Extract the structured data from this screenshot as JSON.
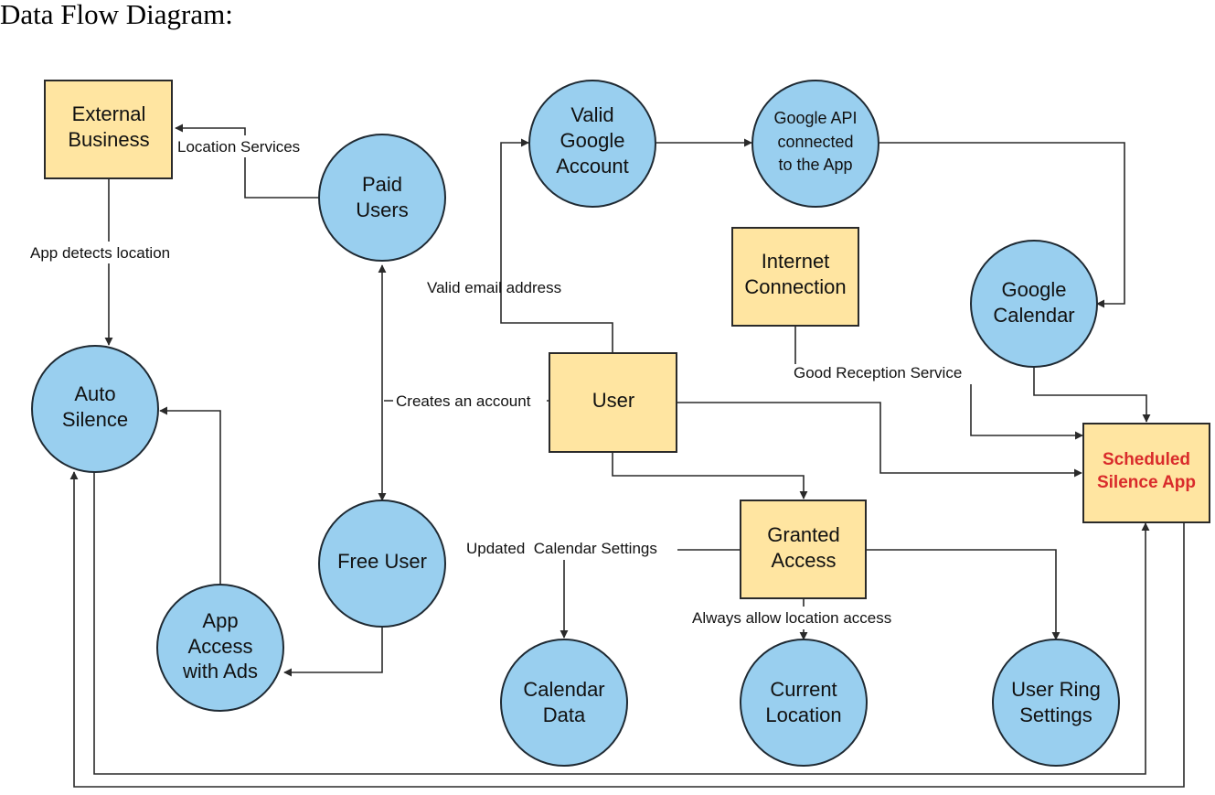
{
  "title": "Data Flow Diagram:",
  "colors": {
    "process": "#99cfef",
    "entity": "#ffe5a1",
    "accent": "#d92b2b"
  },
  "nodes": {
    "external_business": [
      "External",
      "Business"
    ],
    "paid_users": [
      "Paid",
      "Users"
    ],
    "auto_silence": [
      "Auto",
      "Silence"
    ],
    "valid_google_account": [
      "Valid",
      "Google",
      "Account"
    ],
    "google_api": [
      "Google API",
      "connected",
      "to the App"
    ],
    "internet_connection": [
      "Internet",
      "Connection"
    ],
    "google_calendar": [
      "Google",
      "Calendar"
    ],
    "user": [
      "User"
    ],
    "scheduled_silence_app": [
      "Scheduled",
      "Silence App"
    ],
    "free_user": [
      "Free User"
    ],
    "granted_access": [
      "Granted",
      "Access"
    ],
    "app_access_with_ads": [
      "App",
      "Access",
      "with Ads"
    ],
    "calendar_data": [
      "Calendar",
      "Data"
    ],
    "current_location": [
      "Current",
      "Location"
    ],
    "user_ring_settings": [
      "User Ring",
      "Settings"
    ]
  },
  "edge_labels": {
    "location_services": "Location Services",
    "app_detects_location": "App detects location",
    "valid_email_address": "Valid email address",
    "creates_an_account": "Creates an account",
    "good_reception_service": "Good Reception Service",
    "updated_calendar_settings": "Updated  Calendar Settings",
    "always_allow_location_access": "Always allow location access"
  }
}
